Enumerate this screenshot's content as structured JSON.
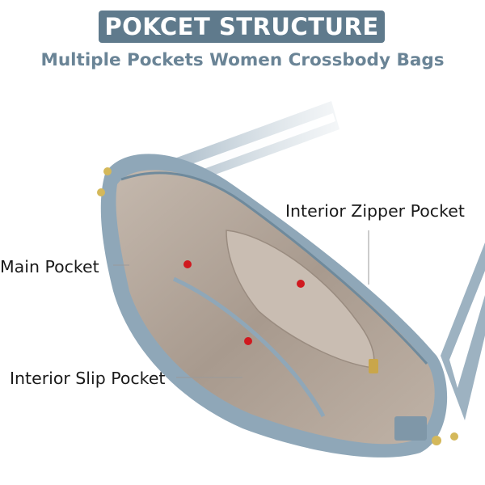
{
  "header": {
    "title": "POKCET STRUCTURE",
    "subtitle": "Multiple Pockets Women Crossbody Bags"
  },
  "callouts": {
    "interior_zipper_pocket": "Interior Zipper Pocket",
    "main_pocket": "Main Pocket",
    "interior_slip_pocket": "Interior Slip Pocket"
  },
  "colors": {
    "banner": "#5f7a8c",
    "subtitle": "#6a8496",
    "bag_exterior": "#8fa7b8",
    "bag_lining": "#b3a69b",
    "strap_stripe": "#ffffff",
    "marker": "#d0191f"
  }
}
